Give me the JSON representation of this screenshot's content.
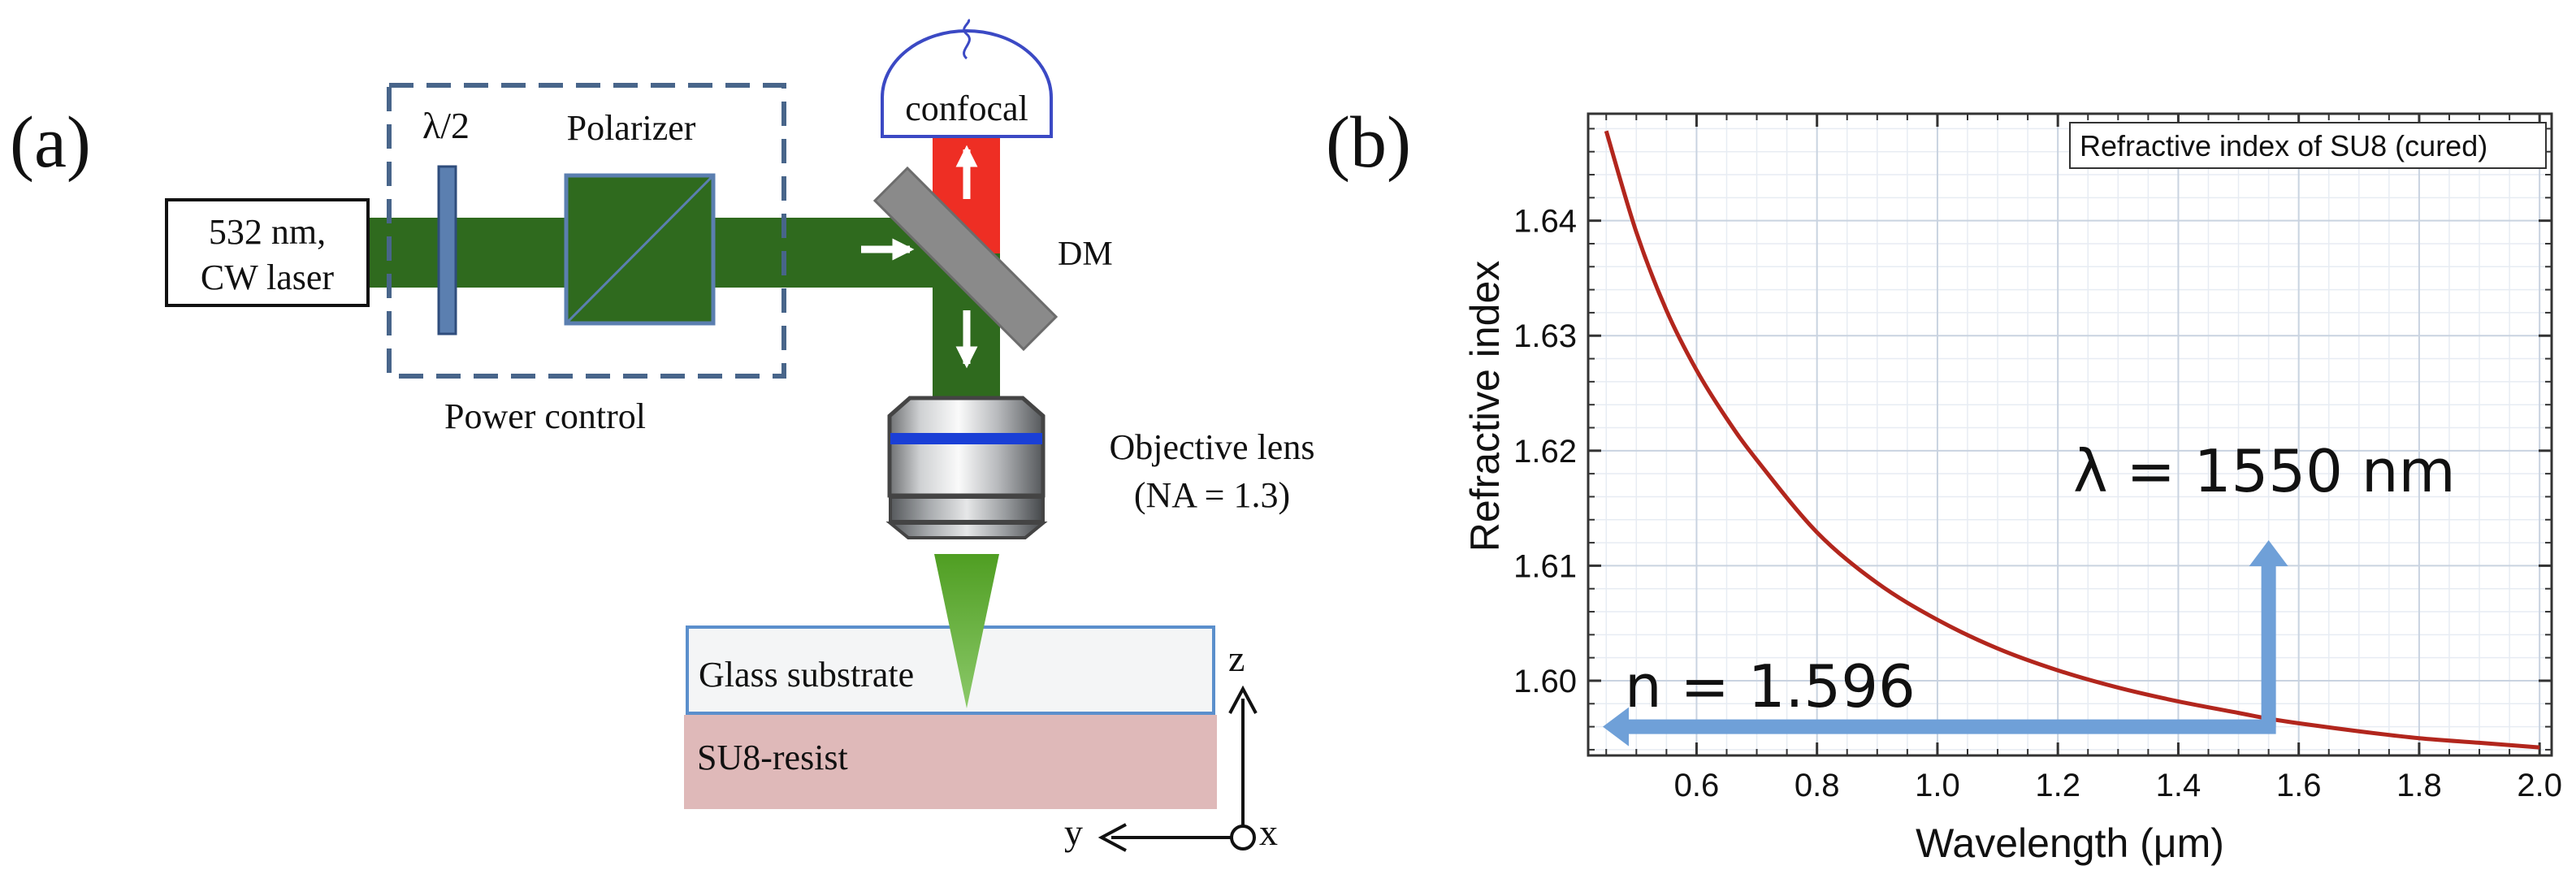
{
  "panel_a": {
    "label": "(a)",
    "laser": {
      "line1": "532 nm,",
      "line2": "CW laser"
    },
    "half_wave": "λ/2",
    "polarizer": "Polarizer",
    "power_control": "Power control",
    "confocal": "confocal",
    "dm": "DM",
    "objective": {
      "line1": "Objective lens",
      "line2": "(NA = 1.3)"
    },
    "glass": "Glass substrate",
    "resist": "SU8-resist",
    "axes": {
      "z": "z",
      "y": "y",
      "x": "x"
    },
    "colors": {
      "green_beam": "#2f6a1e",
      "red_beam": "#ee2e24",
      "dashed_box": "#48658a",
      "optic": "#5b7fb0",
      "lens_band": "#1a3fd6",
      "glass_fill": "#f4f5f6",
      "glass_border": "#5b8fcc",
      "resist_fill": "#dfb9b9",
      "focus_cone": "#58a52c"
    }
  },
  "panel_b": {
    "label": "(b)",
    "legend": "Refractive index of SU8 (cured)",
    "annotation_lambda": "λ = 1550 nm",
    "annotation_n": "n = 1.596",
    "arrow_color": "#6fa0d8",
    "curve_color": "#b2261d"
  },
  "chart_data": {
    "type": "line",
    "xlabel": "Wavelength (μm)",
    "ylabel": "Refractive index",
    "xlim": [
      0.42,
      2.02
    ],
    "ylim": [
      1.5935,
      1.6493
    ],
    "xticks": [
      0.6,
      0.8,
      1.0,
      1.2,
      1.4,
      1.6,
      1.8,
      2.0
    ],
    "xtick_labels": [
      "0.6",
      "0.8",
      "1.0",
      "1.2",
      "1.4",
      "1.6",
      "1.8",
      "2.0"
    ],
    "yticks": [
      1.6,
      1.61,
      1.62,
      1.63,
      1.64
    ],
    "ytick_labels": [
      "1.60",
      "1.61",
      "1.62",
      "1.63",
      "1.64"
    ],
    "grid": true,
    "legend_position": "top-right",
    "series": [
      {
        "name": "Refractive index of SU8 (cured)",
        "x": [
          0.45,
          0.5,
          0.55,
          0.6,
          0.65,
          0.7,
          0.8,
          0.9,
          1.0,
          1.1,
          1.2,
          1.3,
          1.4,
          1.5,
          1.55,
          1.6,
          1.7,
          1.8,
          1.9,
          2.0
        ],
        "y": [
          1.6478,
          1.639,
          1.6322,
          1.627,
          1.6228,
          1.6192,
          1.6129,
          1.6085,
          1.6053,
          1.6028,
          1.6009,
          1.5994,
          1.5982,
          1.5972,
          1.5967,
          1.5963,
          1.5956,
          1.595,
          1.5946,
          1.5942
        ]
      }
    ],
    "markers": [
      {
        "x": 1.55,
        "y": 1.596,
        "label": "λ = 1550 nm / n = 1.596"
      }
    ]
  }
}
